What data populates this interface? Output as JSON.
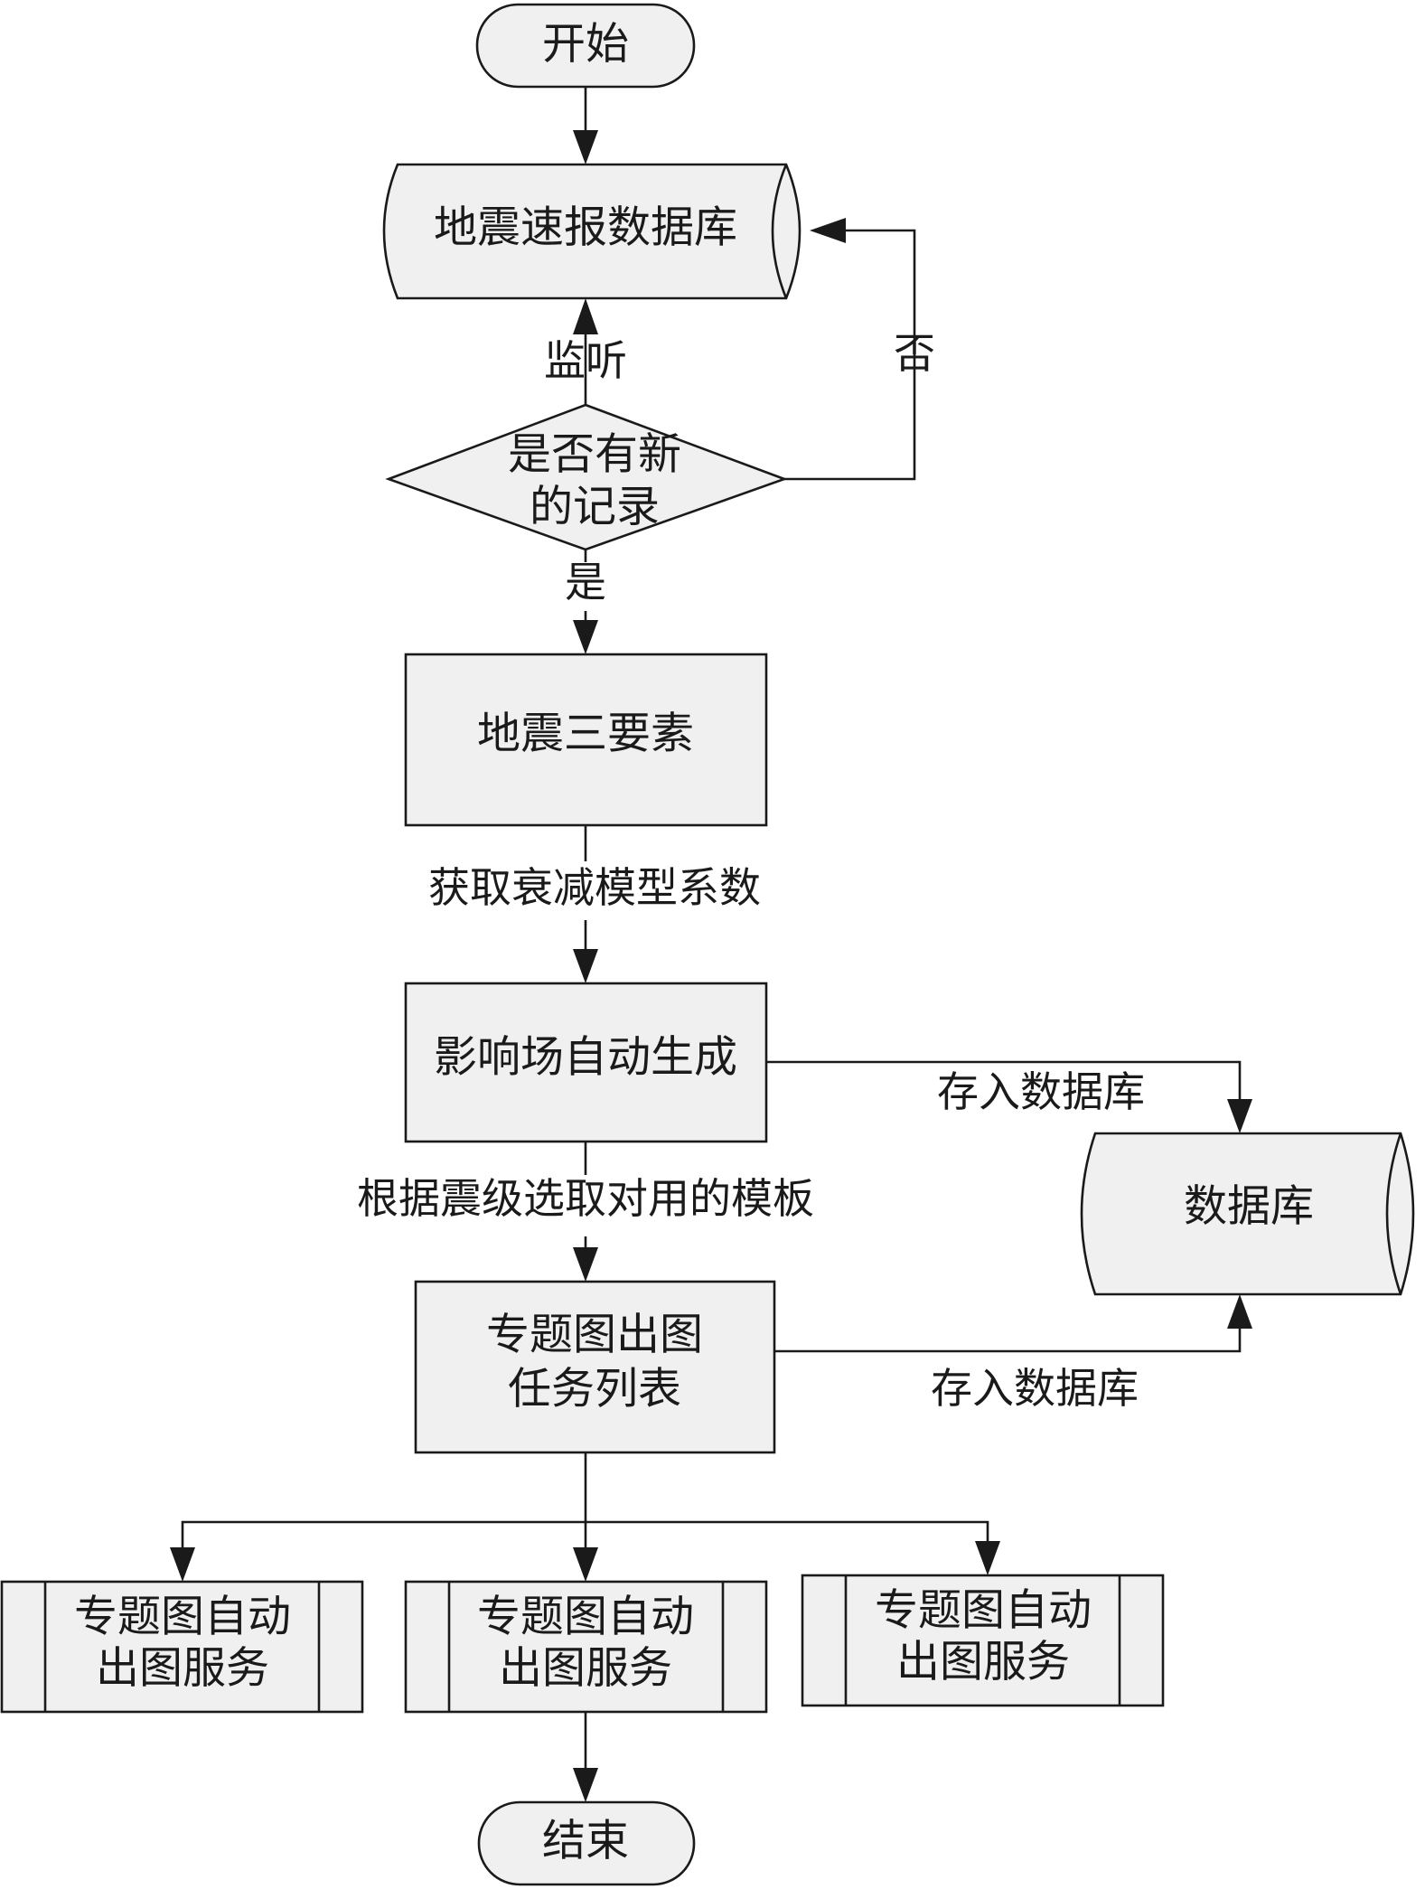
{
  "nodes": {
    "start": "开始",
    "quick_report_db": "地震速报数据库",
    "decision": [
      "是否有新",
      "的记录"
    ],
    "three_elements": "地震三要素",
    "influence_field": "影响场自动生成",
    "database": "数据库",
    "task_list": [
      "专题图出图",
      "任务列表"
    ],
    "map_service_1": [
      "专题图自动",
      "出图服务"
    ],
    "map_service_2": [
      "专题图自动",
      "出图服务"
    ],
    "map_service_3": [
      "专题图自动",
      "出图服务"
    ],
    "end": "结束"
  },
  "edges": {
    "listen": "监听",
    "no": "否",
    "yes": "是",
    "get_attenuation": "获取衰减模型系数",
    "select_template": "根据震级选取对用的模板",
    "store_db_1": "存入数据库",
    "store_db_2": "存入数据库"
  }
}
